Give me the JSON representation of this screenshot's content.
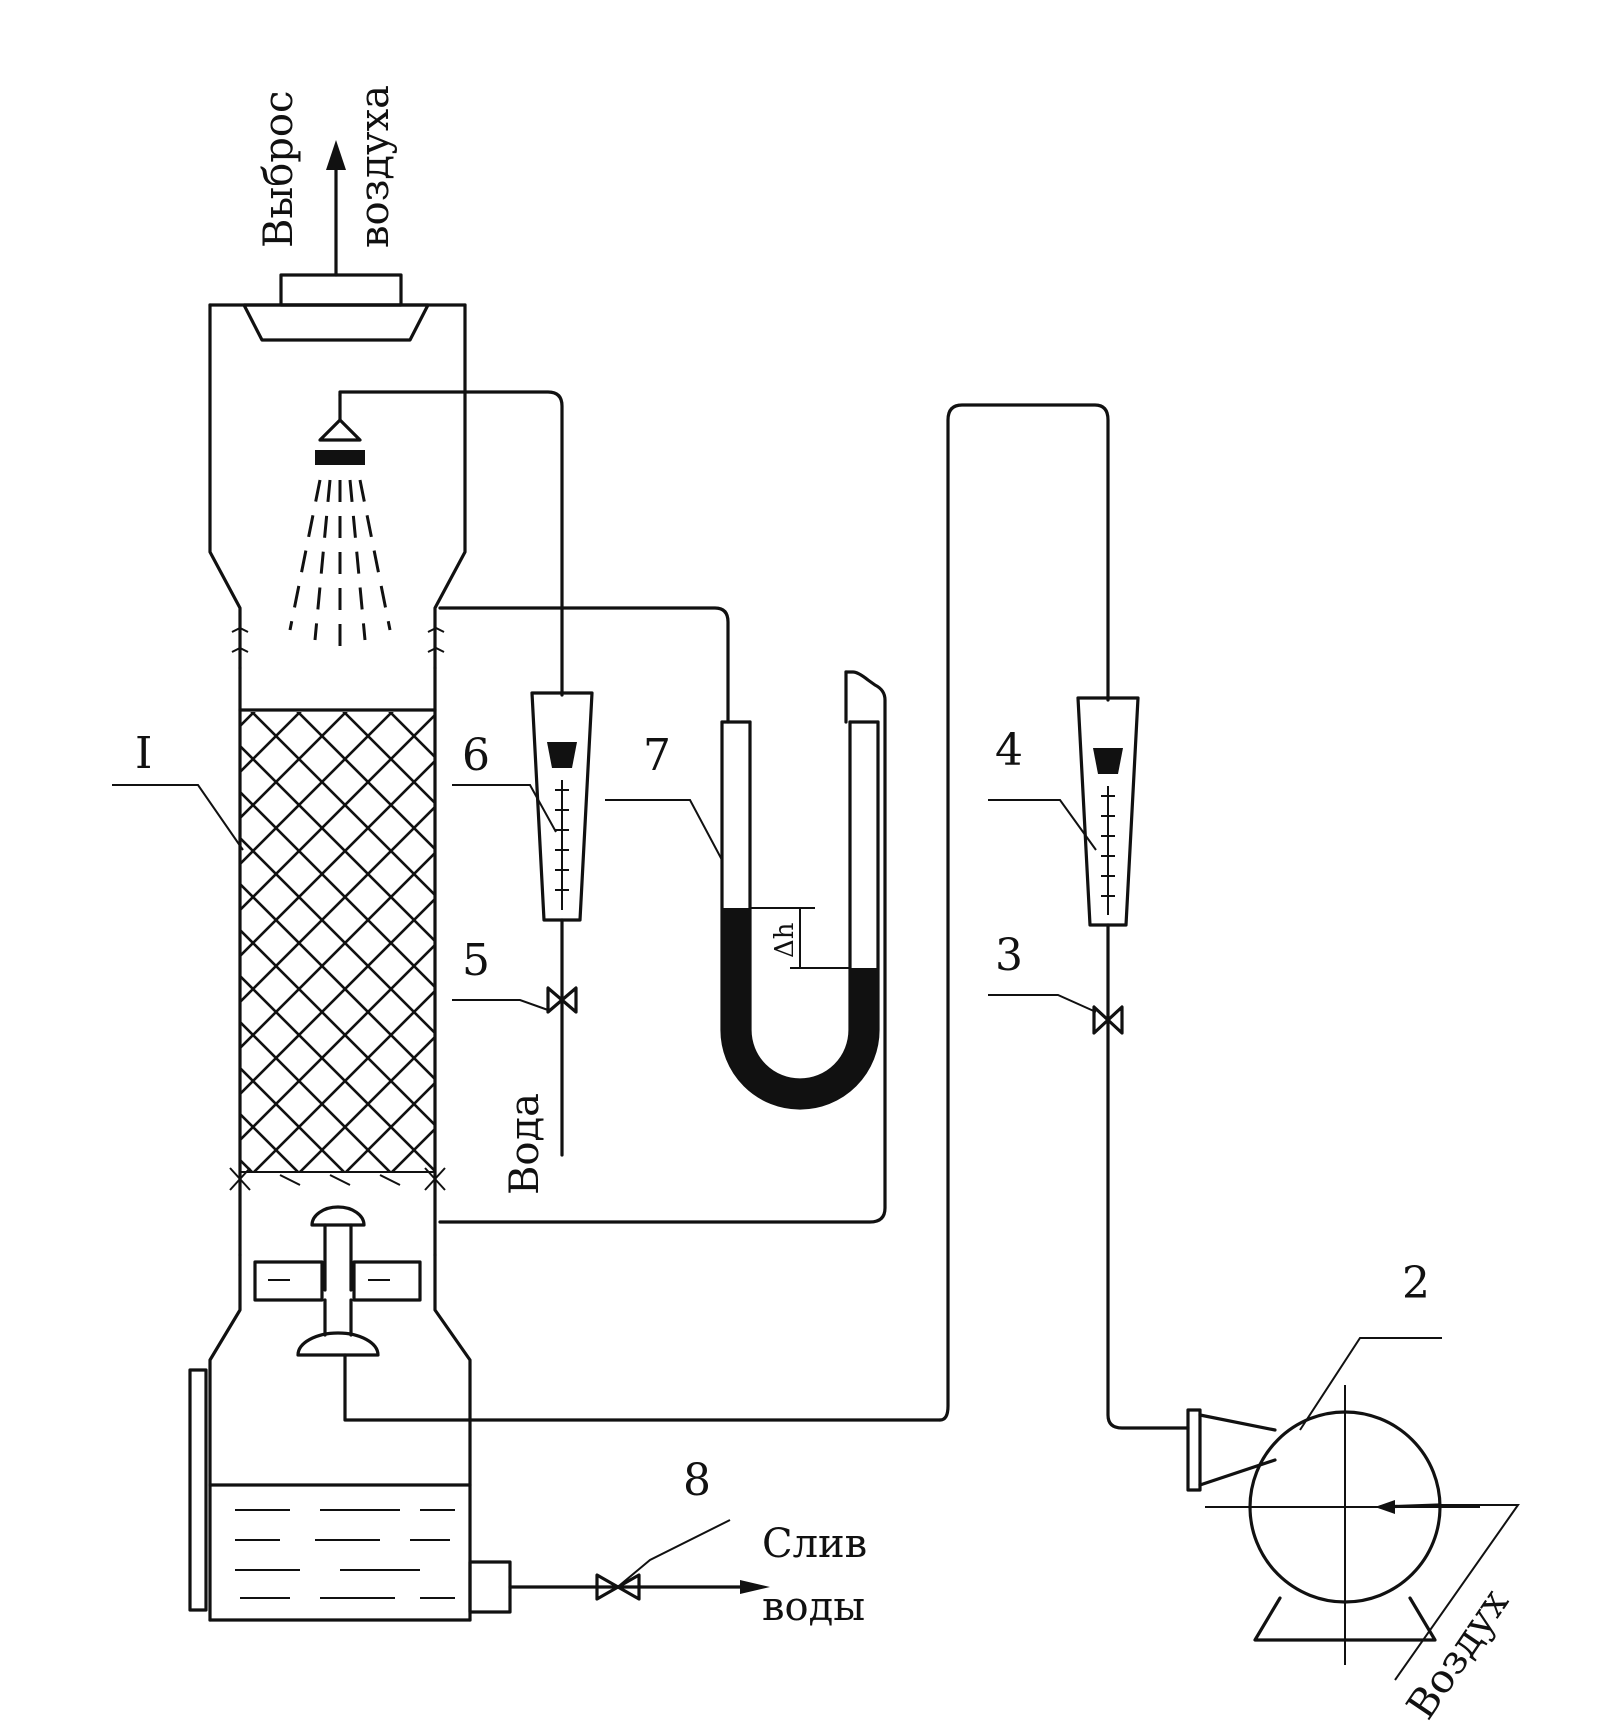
{
  "labels": {
    "air_exhaust_line1": "Выброс",
    "air_exhaust_line2": "воздуха",
    "column": "I",
    "fan": "2",
    "air_valve": "3",
    "air_rotameter": "4",
    "water_valve": "5",
    "water_rotameter": "6",
    "manometer": "7",
    "drain_valve": "8",
    "water_in": "Вода",
    "air_in": "Воздух",
    "drain_line1": "Слив",
    "drain_line2": "воды",
    "delta_h": "Δh"
  },
  "colors": {
    "ink": "#111111",
    "background": "#ffffff"
  }
}
